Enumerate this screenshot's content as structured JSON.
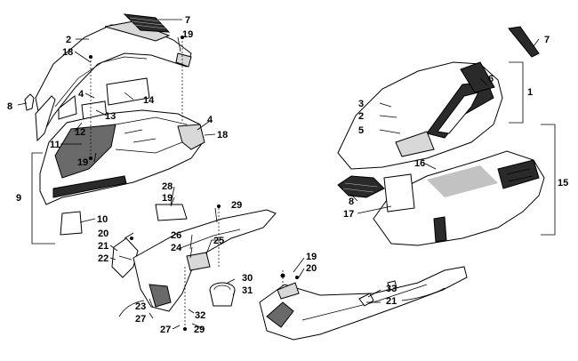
{
  "colors": {
    "line": "#000000",
    "panel_fill": "#ffffff",
    "panel_shade": "#d8d8d8",
    "panel_dark": "#6a6a6a",
    "grille": "#2a2a2a",
    "stipple": "#9a9a9a"
  },
  "callouts": {
    "c1": "1",
    "c2a": "2",
    "c2b": "2",
    "c3": "3",
    "c4a": "4",
    "c4b": "4",
    "c5": "5",
    "c6": "6",
    "c7a": "7",
    "c7b": "7",
    "c8a": "8",
    "c8b": "8",
    "c9": "9",
    "c10": "10",
    "c11": "11",
    "c12": "12",
    "c13": "13",
    "c14": "14",
    "c15": "15",
    "c16": "16",
    "c17": "17",
    "c18a": "18",
    "c18b": "18",
    "c19a": "19",
    "c19b": "19",
    "c19c": "19",
    "c19d": "19",
    "c20a": "20",
    "c20b": "20",
    "c21a": "21",
    "c21b": "21",
    "c22": "22",
    "c23": "23",
    "c24": "24",
    "c25": "25",
    "c26": "26",
    "c27a": "27",
    "c27b": "27",
    "c28": "28",
    "c29a": "29",
    "c29b": "29",
    "c30": "30",
    "c31": "31",
    "c32": "32",
    "c33": "33"
  },
  "icons": {
    "assembly": "exploded-hood-and-belly-pan-assembly"
  }
}
